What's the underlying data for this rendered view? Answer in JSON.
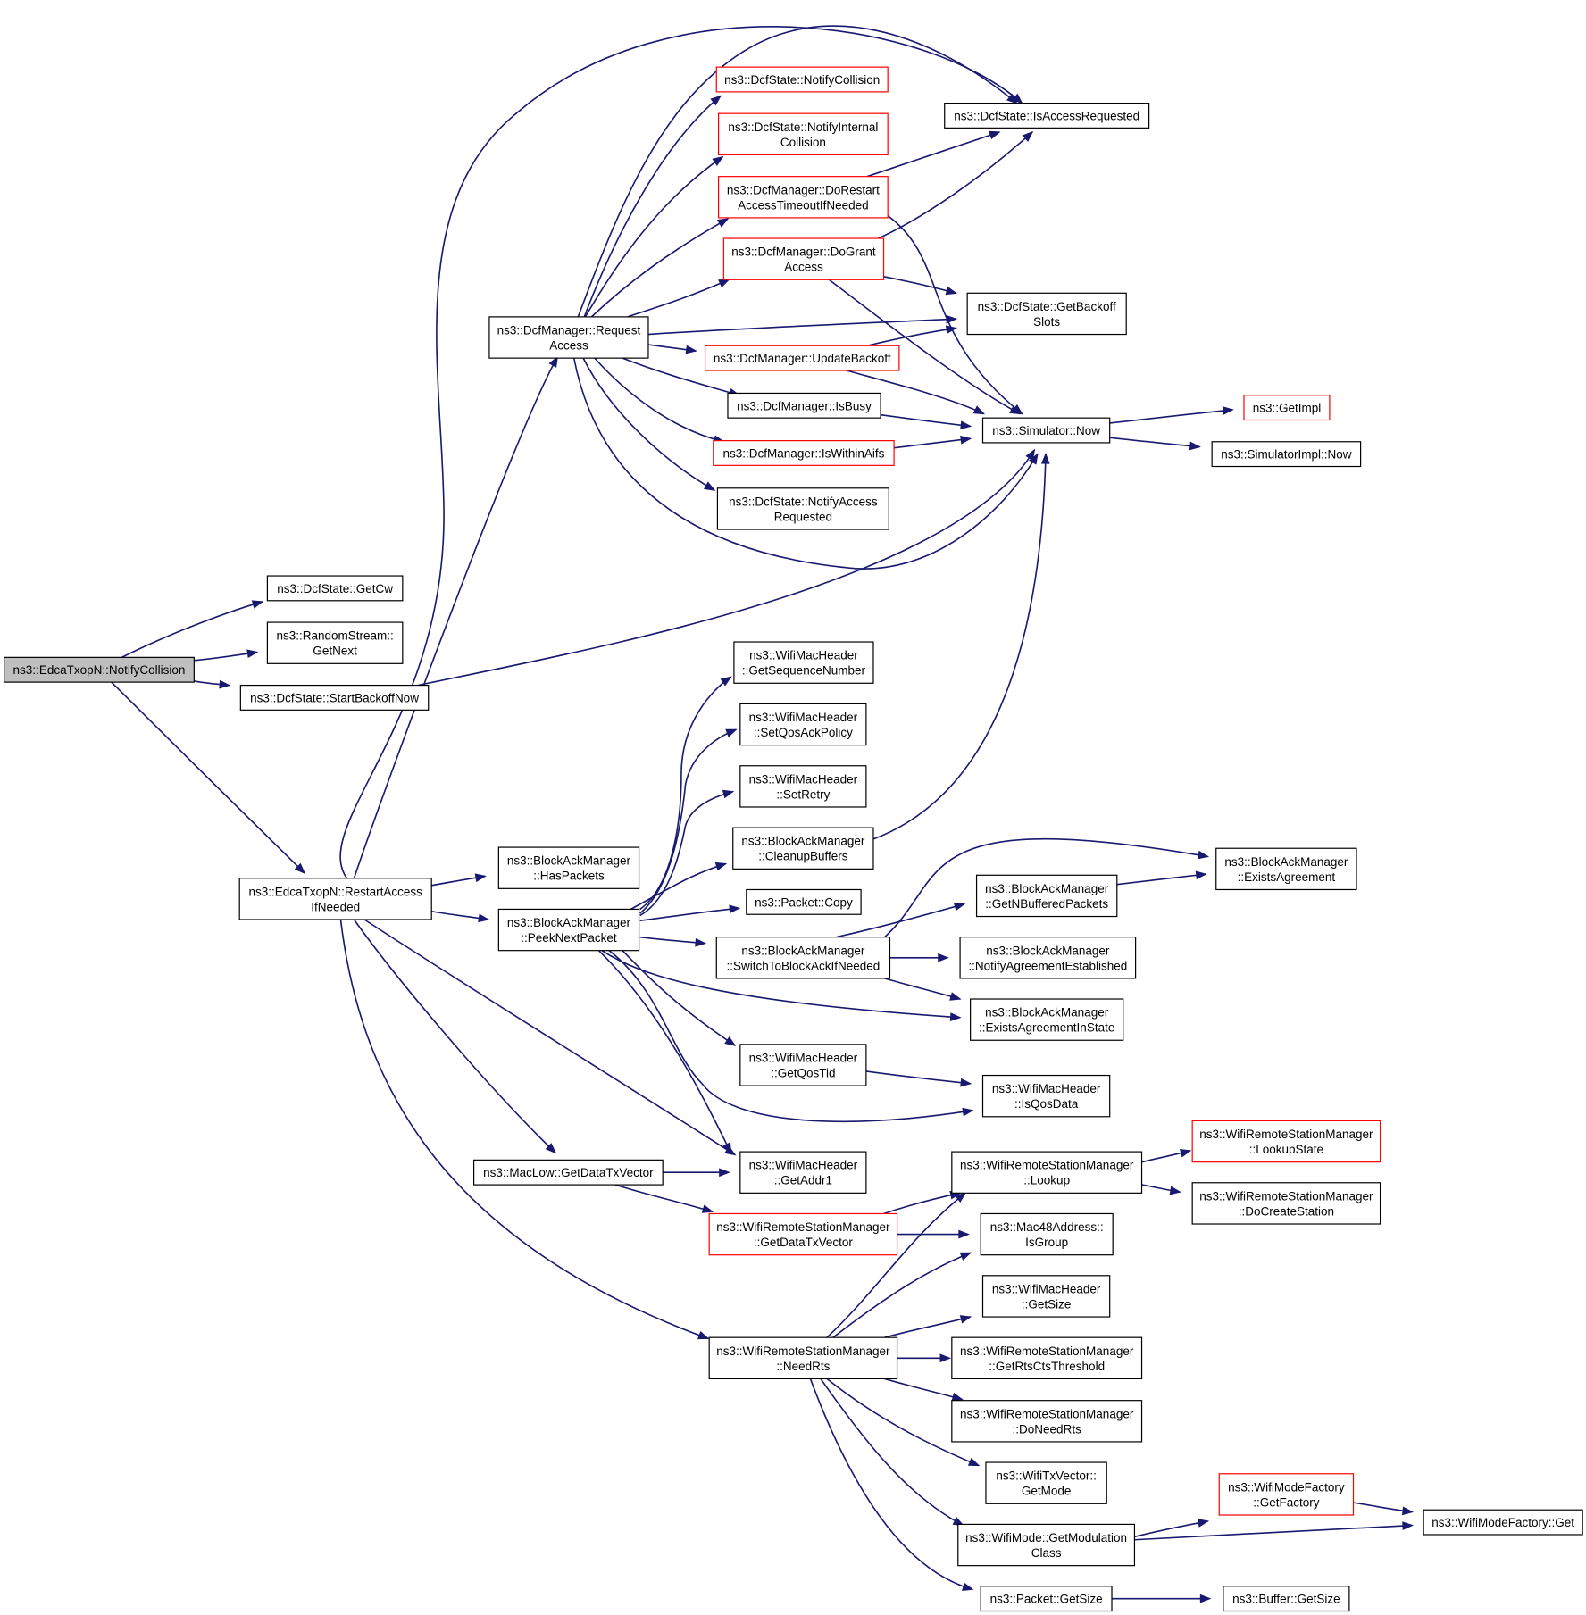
{
  "graph": {
    "colors": {
      "edge": "#191970",
      "border_normal": "#000000",
      "border_truncated": "#ff0000",
      "root_fill": "#bfbfbf"
    },
    "nodes": [
      {
        "id": "n0",
        "lines": [
          "ns3::EdcaTxopN::NotifyCollision"
        ],
        "red": false,
        "root": true
      },
      {
        "id": "n1",
        "lines": [
          "ns3::DcfState::GetCw"
        ],
        "red": false
      },
      {
        "id": "n2",
        "lines": [
          "ns3::RandomStream::",
          "GetNext"
        ],
        "red": false
      },
      {
        "id": "n3",
        "lines": [
          "ns3::DcfState::StartBackoffNow"
        ],
        "red": false
      },
      {
        "id": "n4",
        "lines": [
          "ns3::EdcaTxopN::RestartAccess",
          "IfNeeded"
        ],
        "red": false
      },
      {
        "id": "n5",
        "lines": [
          "ns3::Simulator::Now"
        ],
        "red": false
      },
      {
        "id": "n6",
        "lines": [
          "ns3::GetImpl"
        ],
        "red": true
      },
      {
        "id": "n7",
        "lines": [
          "ns3::SimulatorImpl::Now"
        ],
        "red": false
      },
      {
        "id": "n8",
        "lines": [
          "ns3::DcfManager::Request",
          "Access"
        ],
        "red": false
      },
      {
        "id": "n9",
        "lines": [
          "ns3::DcfState::NotifyCollision"
        ],
        "red": true
      },
      {
        "id": "n10",
        "lines": [
          "ns3::DcfState::NotifyInternal",
          "Collision"
        ],
        "red": true
      },
      {
        "id": "n11",
        "lines": [
          "ns3::DcfManager::DoRestart",
          "AccessTimeoutIfNeeded"
        ],
        "red": true
      },
      {
        "id": "n12",
        "lines": [
          "ns3::DcfManager::DoGrant",
          "Access"
        ],
        "red": true
      },
      {
        "id": "n13",
        "lines": [
          "ns3::DcfManager::UpdateBackoff"
        ],
        "red": true
      },
      {
        "id": "n14",
        "lines": [
          "ns3::DcfManager::IsBusy"
        ],
        "red": false
      },
      {
        "id": "n15",
        "lines": [
          "ns3::DcfManager::IsWithinAifs"
        ],
        "red": true
      },
      {
        "id": "n16",
        "lines": [
          "ns3::DcfState::NotifyAccess",
          "Requested"
        ],
        "red": false
      },
      {
        "id": "n17",
        "lines": [
          "ns3::DcfState::IsAccessRequested"
        ],
        "red": false
      },
      {
        "id": "n18",
        "lines": [
          "ns3::DcfState::GetBackoff",
          "Slots"
        ],
        "red": false
      },
      {
        "id": "n19",
        "lines": [
          "ns3::BlockAckManager",
          "::HasPackets"
        ],
        "red": false
      },
      {
        "id": "n20",
        "lines": [
          "ns3::BlockAckManager",
          "::PeekNextPacket"
        ],
        "red": false
      },
      {
        "id": "n21",
        "lines": [
          "ns3::WifiMacHeader",
          "::GetSequenceNumber"
        ],
        "red": false
      },
      {
        "id": "n22",
        "lines": [
          "ns3::WifiMacHeader",
          "::SetQosAckPolicy"
        ],
        "red": false
      },
      {
        "id": "n23",
        "lines": [
          "ns3::WifiMacHeader",
          "::SetRetry"
        ],
        "red": false
      },
      {
        "id": "n24",
        "lines": [
          "ns3::BlockAckManager",
          "::CleanupBuffers"
        ],
        "red": false
      },
      {
        "id": "n25",
        "lines": [
          "ns3::Packet::Copy"
        ],
        "red": false
      },
      {
        "id": "n26",
        "lines": [
          "ns3::BlockAckManager",
          "::SwitchToBlockAckIfNeeded"
        ],
        "red": false
      },
      {
        "id": "n27",
        "lines": [
          "ns3::BlockAckManager",
          "::GetNBufferedPackets"
        ],
        "red": false
      },
      {
        "id": "n28",
        "lines": [
          "ns3::BlockAckManager",
          "::ExistsAgreement"
        ],
        "red": false
      },
      {
        "id": "n29",
        "lines": [
          "ns3::BlockAckManager",
          "::NotifyAgreementEstablished"
        ],
        "red": false
      },
      {
        "id": "n30",
        "lines": [
          "ns3::BlockAckManager",
          "::ExistsAgreementInState"
        ],
        "red": false
      },
      {
        "id": "n31",
        "lines": [
          "ns3::WifiMacHeader",
          "::GetQosTid"
        ],
        "red": false
      },
      {
        "id": "n32",
        "lines": [
          "ns3::WifiMacHeader",
          "::IsQosData"
        ],
        "red": false
      },
      {
        "id": "n33",
        "lines": [
          "ns3::WifiMacHeader",
          "::GetAddr1"
        ],
        "red": false
      },
      {
        "id": "n34",
        "lines": [
          "ns3::MacLow::GetDataTxVector"
        ],
        "red": false
      },
      {
        "id": "n35",
        "lines": [
          "ns3::WifiRemoteStationManager",
          "::GetDataTxVector"
        ],
        "red": true
      },
      {
        "id": "n36",
        "lines": [
          "ns3::WifiRemoteStationManager",
          "::Lookup"
        ],
        "red": false
      },
      {
        "id": "n37",
        "lines": [
          "ns3::WifiRemoteStationManager",
          "::LookupState"
        ],
        "red": true
      },
      {
        "id": "n38",
        "lines": [
          "ns3::WifiRemoteStationManager",
          "::DoCreateStation"
        ],
        "red": false
      },
      {
        "id": "n39",
        "lines": [
          "ns3::Mac48Address::",
          "IsGroup"
        ],
        "red": false
      },
      {
        "id": "n40",
        "lines": [
          "ns3::WifiRemoteStationManager",
          "::NeedRts"
        ],
        "red": false
      },
      {
        "id": "n41",
        "lines": [
          "ns3::WifiMacHeader",
          "::GetSize"
        ],
        "red": false
      },
      {
        "id": "n42",
        "lines": [
          "ns3::WifiRemoteStationManager",
          "::GetRtsCtsThreshold"
        ],
        "red": false
      },
      {
        "id": "n43",
        "lines": [
          "ns3::WifiRemoteStationManager",
          "::DoNeedRts"
        ],
        "red": false
      },
      {
        "id": "n44",
        "lines": [
          "ns3::WifiTxVector::",
          "GetMode"
        ],
        "red": false
      },
      {
        "id": "n45",
        "lines": [
          "ns3::WifiMode::GetModulation",
          "Class"
        ],
        "red": false
      },
      {
        "id": "n46",
        "lines": [
          "ns3::WifiModeFactory",
          "::GetFactory"
        ],
        "red": true
      },
      {
        "id": "n47",
        "lines": [
          "ns3::WifiModeFactory::Get"
        ],
        "red": false
      },
      {
        "id": "n48",
        "lines": [
          "ns3::Packet::GetSize"
        ],
        "red": false
      },
      {
        "id": "n49",
        "lines": [
          "ns3::Buffer::GetSize"
        ],
        "red": false
      }
    ],
    "edges": [
      {
        "from": "n0",
        "to": "n1"
      },
      {
        "from": "n0",
        "to": "n2"
      },
      {
        "from": "n0",
        "to": "n3"
      },
      {
        "from": "n0",
        "to": "n4"
      },
      {
        "from": "n3",
        "to": "n5"
      },
      {
        "from": "n5",
        "to": "n6"
      },
      {
        "from": "n5",
        "to": "n7"
      },
      {
        "from": "n4",
        "to": "n8"
      },
      {
        "from": "n4",
        "to": "n17"
      },
      {
        "from": "n4",
        "to": "n19"
      },
      {
        "from": "n4",
        "to": "n20"
      },
      {
        "from": "n4",
        "to": "n33"
      },
      {
        "from": "n4",
        "to": "n34"
      },
      {
        "from": "n4",
        "to": "n40"
      },
      {
        "from": "n8",
        "to": "n17"
      },
      {
        "from": "n8",
        "to": "n9"
      },
      {
        "from": "n8",
        "to": "n10"
      },
      {
        "from": "n8",
        "to": "n11"
      },
      {
        "from": "n8",
        "to": "n12"
      },
      {
        "from": "n8",
        "to": "n18"
      },
      {
        "from": "n8",
        "to": "n13"
      },
      {
        "from": "n8",
        "to": "n14"
      },
      {
        "from": "n8",
        "to": "n15"
      },
      {
        "from": "n8",
        "to": "n16"
      },
      {
        "from": "n8",
        "to": "n5"
      },
      {
        "from": "n11",
        "to": "n17"
      },
      {
        "from": "n11",
        "to": "n5"
      },
      {
        "from": "n12",
        "to": "n17"
      },
      {
        "from": "n12",
        "to": "n18"
      },
      {
        "from": "n12",
        "to": "n5"
      },
      {
        "from": "n13",
        "to": "n18"
      },
      {
        "from": "n13",
        "to": "n5"
      },
      {
        "from": "n14",
        "to": "n5"
      },
      {
        "from": "n15",
        "to": "n5"
      },
      {
        "from": "n20",
        "to": "n21"
      },
      {
        "from": "n20",
        "to": "n22"
      },
      {
        "from": "n20",
        "to": "n23"
      },
      {
        "from": "n20",
        "to": "n24"
      },
      {
        "from": "n20",
        "to": "n25"
      },
      {
        "from": "n20",
        "to": "n26"
      },
      {
        "from": "n20",
        "to": "n30"
      },
      {
        "from": "n20",
        "to": "n31"
      },
      {
        "from": "n20",
        "to": "n32"
      },
      {
        "from": "n20",
        "to": "n33"
      },
      {
        "from": "n24",
        "to": "n5"
      },
      {
        "from": "n26",
        "to": "n27"
      },
      {
        "from": "n26",
        "to": "n28"
      },
      {
        "from": "n26",
        "to": "n29"
      },
      {
        "from": "n26",
        "to": "n30"
      },
      {
        "from": "n27",
        "to": "n28"
      },
      {
        "from": "n31",
        "to": "n32"
      },
      {
        "from": "n34",
        "to": "n33"
      },
      {
        "from": "n34",
        "to": "n35"
      },
      {
        "from": "n35",
        "to": "n36"
      },
      {
        "from": "n35",
        "to": "n39"
      },
      {
        "from": "n36",
        "to": "n37"
      },
      {
        "from": "n36",
        "to": "n38"
      },
      {
        "from": "n40",
        "to": "n36"
      },
      {
        "from": "n40",
        "to": "n39"
      },
      {
        "from": "n40",
        "to": "n41"
      },
      {
        "from": "n40",
        "to": "n42"
      },
      {
        "from": "n40",
        "to": "n43"
      },
      {
        "from": "n40",
        "to": "n44"
      },
      {
        "from": "n40",
        "to": "n45"
      },
      {
        "from": "n40",
        "to": "n48"
      },
      {
        "from": "n45",
        "to": "n46"
      },
      {
        "from": "n45",
        "to": "n47"
      },
      {
        "from": "n46",
        "to": "n47"
      },
      {
        "from": "n48",
        "to": "n49"
      }
    ]
  }
}
